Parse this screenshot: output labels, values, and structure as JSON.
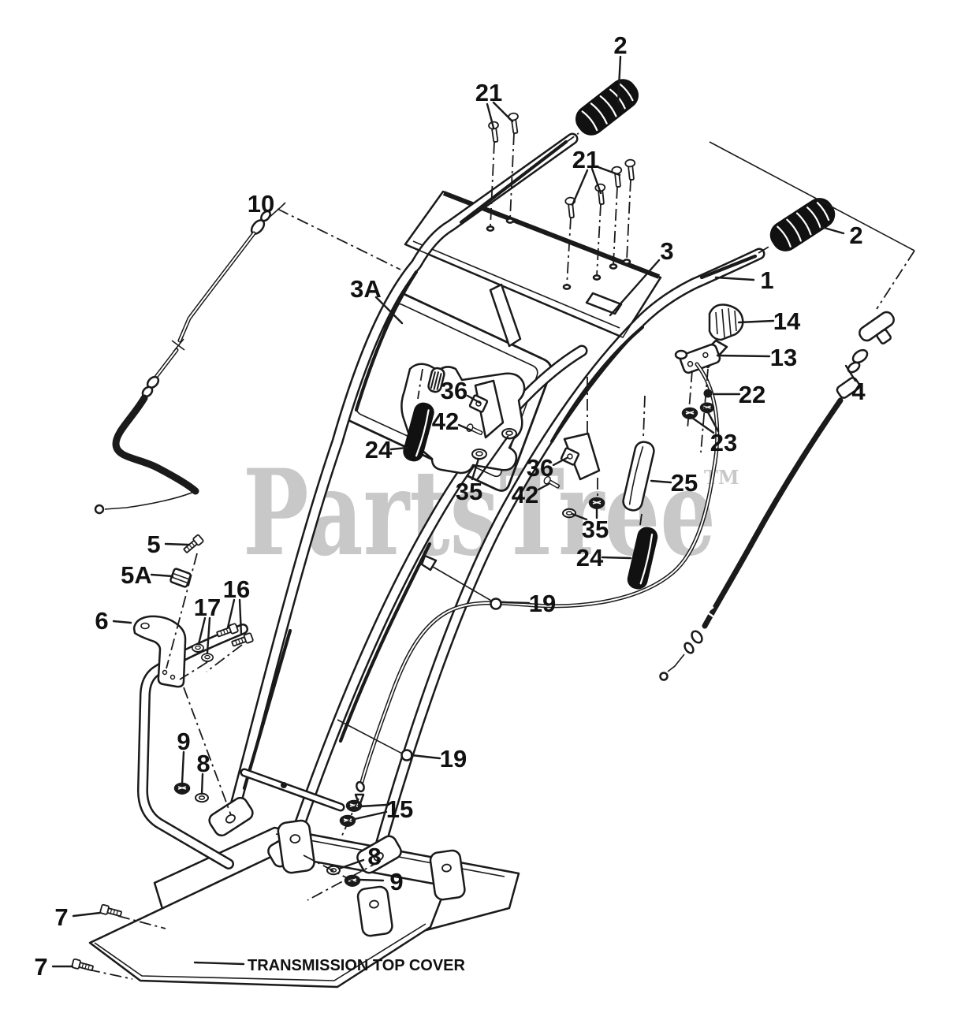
{
  "diagram": {
    "title": "Handle assembly exploded parts diagram",
    "watermark": {
      "text": "PartsTree",
      "trademark": "TM",
      "color": "#c8c8c8"
    },
    "footer_label": "TRANSMISSION TOP COVER",
    "line_color": "#1a1a1a",
    "background_color": "#ffffff",
    "callouts": [
      {
        "id": "grip-top",
        "label": "2"
      },
      {
        "id": "screws-left-group",
        "label": "21"
      },
      {
        "id": "screws-right-group",
        "label": "21"
      },
      {
        "id": "cable-left",
        "label": "10"
      },
      {
        "id": "panel",
        "label": "3A"
      },
      {
        "id": "tray",
        "label": "3"
      },
      {
        "id": "handlebar",
        "label": "1"
      },
      {
        "id": "throttle-knob",
        "label": "14"
      },
      {
        "id": "grip-right",
        "label": "2"
      },
      {
        "id": "throttle-bracket",
        "label": "13"
      },
      {
        "id": "choke-cable",
        "label": "4"
      },
      {
        "id": "spacer",
        "label": "22"
      },
      {
        "id": "nuts-throttle",
        "label": "23"
      },
      {
        "id": "lever-left",
        "label": "36"
      },
      {
        "id": "bolt-lever-left",
        "label": "42"
      },
      {
        "id": "lever-grip-left",
        "label": "24"
      },
      {
        "id": "nuts-lever-left",
        "label": "35"
      },
      {
        "id": "lever-right",
        "label": "36"
      },
      {
        "id": "bolt-lever-right",
        "label": "42"
      },
      {
        "id": "lever-grip-white",
        "label": "25"
      },
      {
        "id": "nuts-lever-right",
        "label": "35"
      },
      {
        "id": "lever-grip-right",
        "label": "24"
      },
      {
        "id": "cable-tie-upper",
        "label": "19"
      },
      {
        "id": "bolt-clamp",
        "label": "5"
      },
      {
        "id": "clamp",
        "label": "5A"
      },
      {
        "id": "bolts-bracket",
        "label": "16"
      },
      {
        "id": "nuts-bracket",
        "label": "17"
      },
      {
        "id": "bracket-hook",
        "label": "6"
      },
      {
        "id": "nut-foot-left",
        "label": "9"
      },
      {
        "id": "washer-foot-left",
        "label": "8"
      },
      {
        "id": "cable-tie-lower",
        "label": "19"
      },
      {
        "id": "nuts-foot-mid",
        "label": "15"
      },
      {
        "id": "washer-foot-right",
        "label": "8"
      },
      {
        "id": "nut-foot-right",
        "label": "9"
      },
      {
        "id": "screw-cover-upper",
        "label": "7"
      },
      {
        "id": "screw-cover-lower",
        "label": "7"
      }
    ]
  }
}
